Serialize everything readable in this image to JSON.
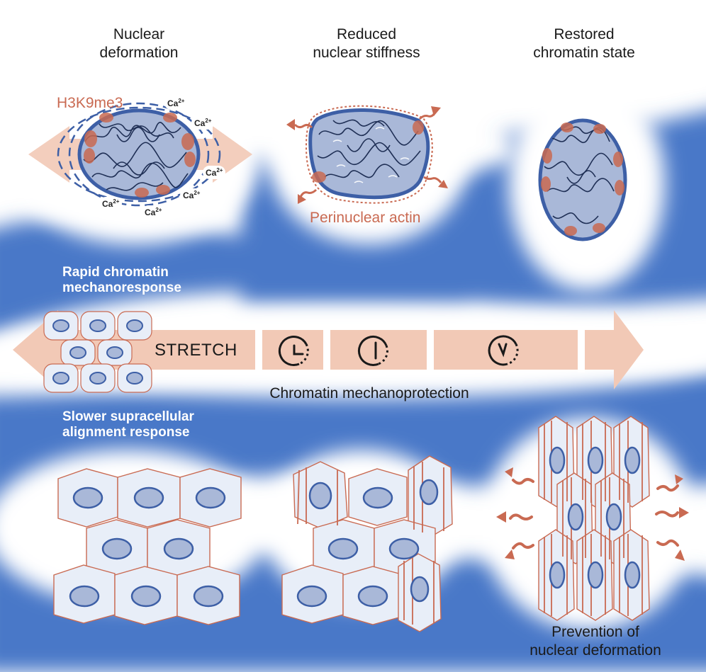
{
  "headers": {
    "col1": "Nuclear\ndeformation",
    "col2": "Reduced\nnuclear stiffness",
    "col3": "Restored\nchromatin state"
  },
  "labels": {
    "h3k9me3": "H3K9me3",
    "perinuclear_actin": "Perinuclear actin",
    "rapid": "Rapid chromatin\nmechanoresponse",
    "slower": "Slower supracellular\nalignment response",
    "stretch": "STRETCH",
    "mechanoprotection": "Chromatin mechanoprotection",
    "prevention": "Prevention of\nnuclear deformation"
  },
  "calcium": {
    "symbol": "Ca",
    "charge": "2+"
  },
  "colors": {
    "band_blue": "#4a78c8",
    "arrow_peach": "#f2c9b6",
    "nucleus_fill": "#a9b8d8",
    "nucleus_rim": "#3d5fa6",
    "cell_fill": "#e8eef8",
    "accent_orange": "#c96a52"
  },
  "icons": [
    "clock-early-icon",
    "clock-mid-icon",
    "clock-late-icon"
  ]
}
